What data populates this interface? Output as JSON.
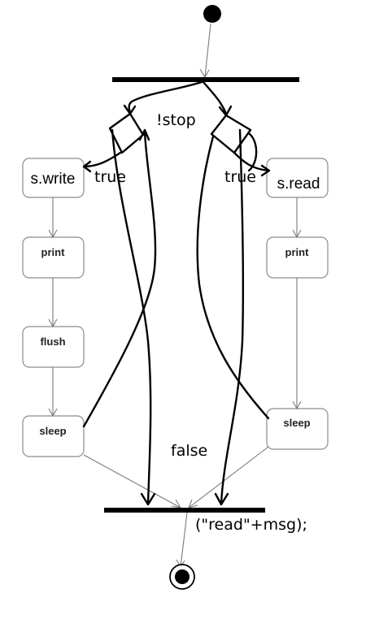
{
  "nodes": {
    "left_write": "s.write",
    "left_print": "print",
    "left_flush": "flush",
    "left_sleep": "sleep",
    "right_read": "s.read",
    "right_print": "print",
    "right_sleep": "sleep"
  },
  "annotations": {
    "loop_condition": "!stop",
    "left_true": "true",
    "right_true": "true",
    "exit_condition": "false",
    "final_code": "(\"read\"+msg);"
  }
}
